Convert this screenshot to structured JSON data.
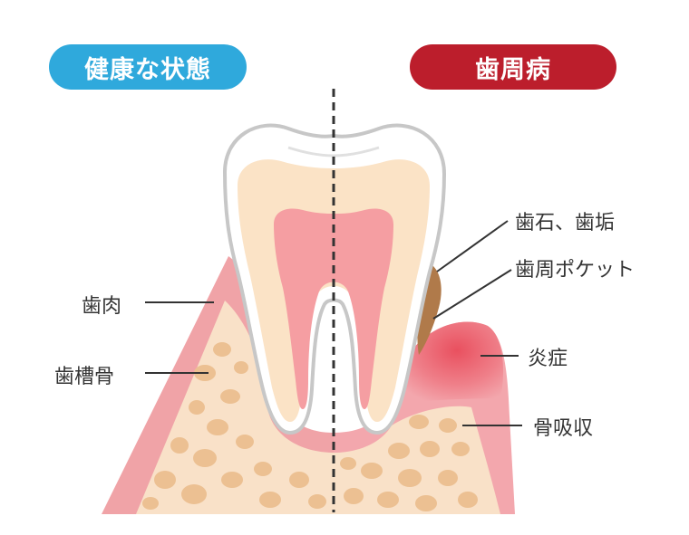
{
  "headers": {
    "healthy": {
      "label": "健康な状態",
      "color": "#2fa9dc"
    },
    "disease": {
      "label": "歯周病",
      "color": "#bc1e2c"
    }
  },
  "labels": {
    "gum": "歯肉",
    "alveolar_bone": "歯槽骨",
    "calculus_plaque": "歯石、歯垢",
    "periodontal_pocket": "歯周ポケット",
    "inflammation": "炎症",
    "bone_resorption": "骨吸収"
  },
  "colors": {
    "gum": "#f0a3a7",
    "gum_light": "#f8ced0",
    "bone": "#f9e1c8",
    "bone_spots": "#ecc092",
    "enamel_outline": "#c7c7c7",
    "dentin": "#fbe3c6",
    "pulp": "#f59ea2",
    "plaque": "#b07a4a",
    "inflammation": "#e6505f"
  }
}
